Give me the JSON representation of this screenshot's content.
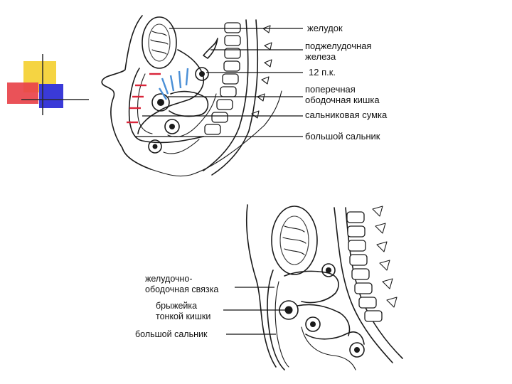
{
  "diagram_top": {
    "labels": [
      {
        "id": "stomach",
        "lines": [
          "желудок"
        ]
      },
      {
        "id": "pancreas",
        "lines": [
          "поджелудочная",
          "железа"
        ]
      },
      {
        "id": "duodenum",
        "lines": [
          "12 п.к."
        ]
      },
      {
        "id": "transverse-colon",
        "lines": [
          "поперечная",
          "ободочная кишка"
        ]
      },
      {
        "id": "omental-bursa",
        "lines": [
          "сальниковая сумка"
        ]
      },
      {
        "id": "greater-omentum",
        "lines": [
          "большой сальник"
        ]
      }
    ]
  },
  "diagram_bottom": {
    "labels": [
      {
        "id": "gastrocolic-ligament",
        "lines": [
          "желудочно-",
          "ободочная связка"
        ]
      },
      {
        "id": "mesentery",
        "lines": [
          "брыжейка",
          "тонкой кишки"
        ]
      },
      {
        "id": "greater-omentum-2",
        "lines": [
          "большой сальник"
        ]
      }
    ]
  },
  "colors": {
    "accent_yellow": "#f5d442",
    "accent_red": "#e8434a",
    "accent_blue": "#3a3ad8",
    "incision_red": "#d9253a",
    "incision_blue": "#4a8fd6"
  }
}
